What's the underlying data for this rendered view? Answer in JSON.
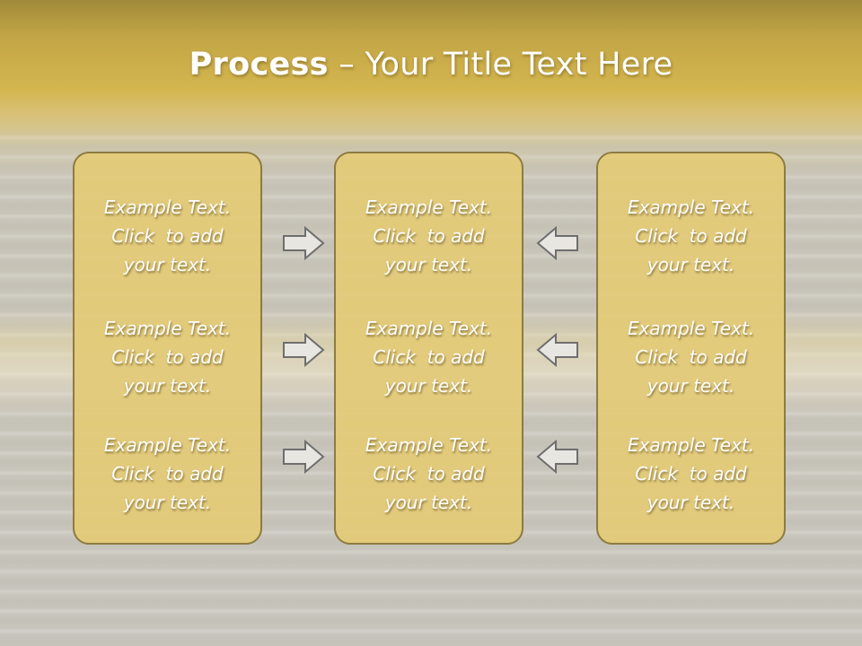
{
  "slide": {
    "title_bold": "Process",
    "title_rest": " – Your Title Text Here"
  },
  "panels": [
    {
      "blocks": [
        {
          "line1": "Example Text.",
          "line2": "Click  to add",
          "line3": "your text."
        },
        {
          "line1": "Example Text.",
          "line2": "Click  to add",
          "line3": "your text."
        },
        {
          "line1": "Example Text.",
          "line2": "Click  to add",
          "line3": "your text."
        }
      ]
    },
    {
      "blocks": [
        {
          "line1": "Example Text.",
          "line2": "Click  to add",
          "line3": "your text."
        },
        {
          "line1": "Example Text.",
          "line2": "Click  to add",
          "line3": "your text."
        },
        {
          "line1": "Example Text.",
          "line2": "Click  to add",
          "line3": "your text."
        }
      ]
    },
    {
      "blocks": [
        {
          "line1": "Example Text.",
          "line2": "Click  to add",
          "line3": "your text."
        },
        {
          "line1": "Example Text.",
          "line2": "Click  to add",
          "line3": "your text."
        },
        {
          "line1": "Example Text.",
          "line2": "Click  to add",
          "line3": "your text."
        }
      ]
    }
  ],
  "arrows": {
    "left_group": [
      "arrow-right-icon",
      "arrow-right-icon",
      "arrow-right-icon"
    ],
    "right_group": [
      "arrow-left-icon",
      "arrow-left-icon",
      "arrow-left-icon"
    ]
  },
  "colors": {
    "panel_fill": "#e3cb7a",
    "panel_border": "#8c7a3d",
    "arrow_fill": "#e8e6e0",
    "arrow_stroke": "#6e6e6e"
  }
}
